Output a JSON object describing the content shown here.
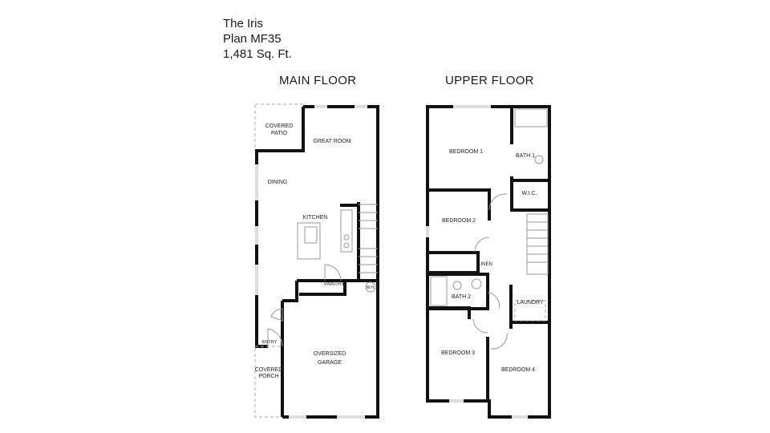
{
  "plan": {
    "name": "The Iris",
    "plan_number": "Plan MF35",
    "area": "1,481 Sq. Ft."
  },
  "main_floor": {
    "title": "MAIN FLOOR",
    "rooms": {
      "covered_patio_1": "COVERED",
      "covered_patio_2": "PATIO",
      "great_room": "GREAT ROOM",
      "dining": "DINING",
      "kitchen": "KITCHEN",
      "pantry": "PANTRY",
      "water_heater": "W.H.",
      "entry": "ENTRY",
      "covered_porch_1": "COVERED",
      "covered_porch_2": "PORCH",
      "garage_1": "OVERSIZED",
      "garage_2": "GARAGE"
    }
  },
  "upper_floor": {
    "title": "UPPER FLOOR",
    "rooms": {
      "bedroom_1": "BEDROOM 1",
      "bath_1": "BATH 1",
      "wic": "W.I.C.",
      "bedroom_2": "BEDROOM 2",
      "linen": "LINEN",
      "bath_2": "BATH 2",
      "laundry": "LAUNDRY",
      "bedroom_3": "BEDROOM 3",
      "bedroom_4": "BEDROOM 4"
    }
  }
}
